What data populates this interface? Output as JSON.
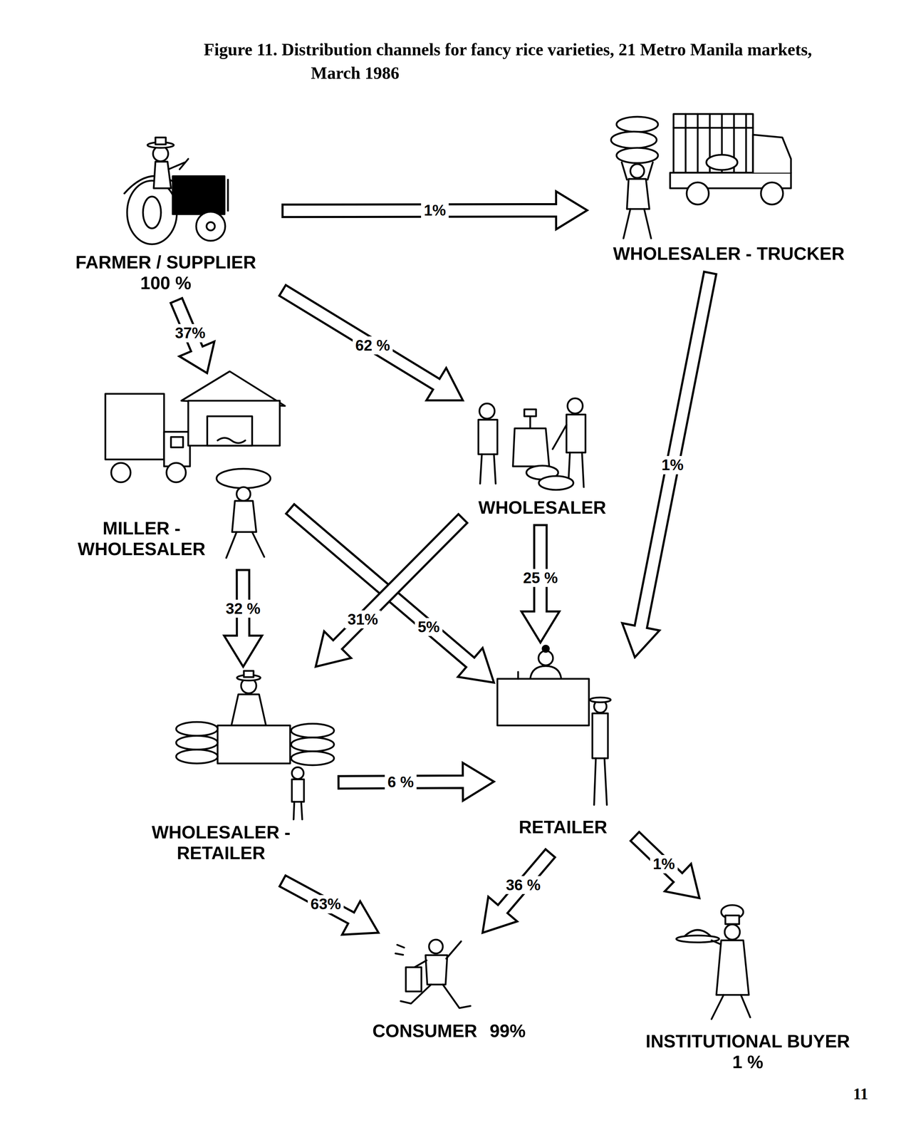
{
  "diagram": {
    "title": "Figure 11. Distribution channels for fancy rice varieties, 21 Metro Manila markets, March 1986",
    "nodes": [
      {
        "text": [
          "FARMER / SUPPLIER",
          "100 %"
        ]
      },
      {
        "text": [
          "WHOLESALER - TRUCKER"
        ]
      },
      {
        "text": [
          "MILLER - WHOLESALER"
        ]
      },
      {
        "text": [
          "WHOLESALER"
        ]
      },
      {
        "text": [
          "WHOLESALER - RETAILER"
        ]
      },
      {
        "text": [
          "RETAILER"
        ]
      },
      {
        "text": [
          "CONSUMER",
          "99%"
        ]
      },
      {
        "text": [
          "INSTITUTIONAL BUYER",
          "1 %"
        ]
      }
    ],
    "edges": [
      {
        "from": 0,
        "to": 1,
        "label": "1%",
        "arrow": "to"
      },
      {
        "from": 0,
        "to": 2,
        "label": "37%",
        "arrow": "to"
      },
      {
        "from": 0,
        "to": 3,
        "label": "62 %",
        "arrow": "to"
      },
      {
        "from": 1,
        "to": 5,
        "label": "1%",
        "arrow": "to"
      },
      {
        "from": 2,
        "to": 4,
        "label": "32 %",
        "arrow": "to"
      },
      {
        "from": 2,
        "to": 5,
        "label": "5%",
        "arrow": "to"
      },
      {
        "from": 3,
        "to": 4,
        "label": "31%",
        "arrow": "to"
      },
      {
        "from": 3,
        "to": 5,
        "label": "25 %",
        "arrow": "to"
      },
      {
        "from": 4,
        "to": 5,
        "label": "6 %",
        "arrow": "to"
      },
      {
        "from": 4,
        "to": 6,
        "label": "63%",
        "arrow": "to"
      },
      {
        "from": 5,
        "to": 6,
        "label": "36 %",
        "arrow": "to"
      },
      {
        "from": 5,
        "to": 7,
        "label": "1%",
        "arrow": "to"
      }
    ],
    "labels": [
      "11"
    ]
  }
}
